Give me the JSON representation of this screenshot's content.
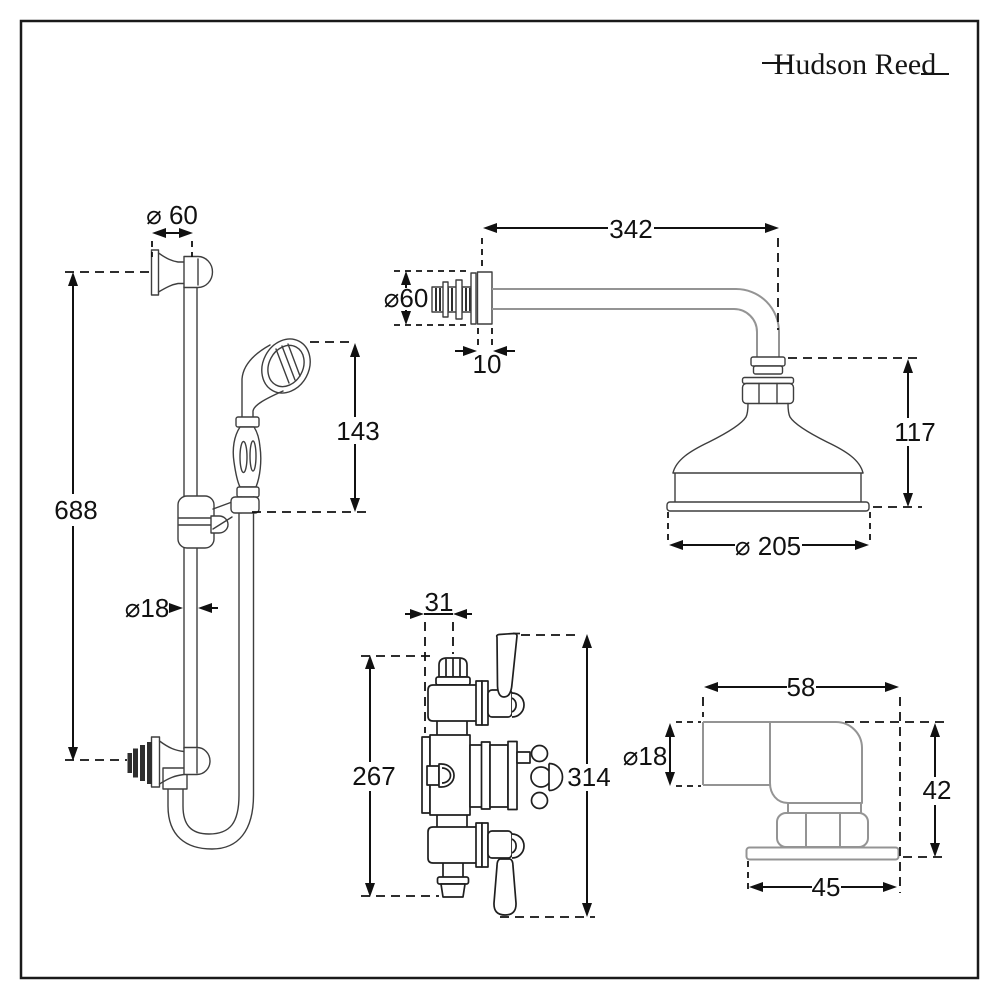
{
  "page": {
    "background": "#ffffff",
    "border_color": "#1a1a1a"
  },
  "logo": {
    "brand": "Hudson Reed"
  },
  "dimensions": {
    "slide_rail": {
      "bracket_diameter": "⌀ 60",
      "rail_length": "688",
      "handset_height": "143",
      "rail_diameter": "⌀18"
    },
    "overhead_shower": {
      "arm_length": "342",
      "wall_flange_diameter": "⌀60",
      "wall_flange_depth": "10",
      "head_height": "117",
      "head_diameter": "⌀ 205"
    },
    "thermostatic_valve": {
      "top_connector_width": "31",
      "body_height": "267",
      "overall_height": "314"
    },
    "wall_outlet_elbow": {
      "width": "58",
      "pipe_diameter": "⌀18",
      "height": "42",
      "base_width": "45"
    }
  }
}
